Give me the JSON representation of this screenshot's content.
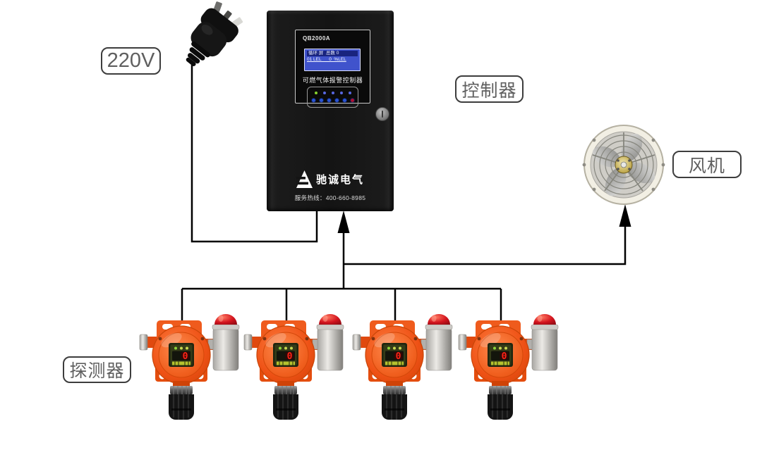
{
  "labels": {
    "power": "220V",
    "controller": "控制器",
    "fan": "风机",
    "detector": "探测器"
  },
  "controller": {
    "model": "QB2000A",
    "lcd": {
      "line1": "循环 屏  总数 0",
      "line2": "01 LEL      0  %LEL"
    },
    "panel_title": "可燃气体报警控制器",
    "brand": "驰诚电气",
    "hotline": "服务热线：400-660-8985",
    "leds": [
      "#86d22e",
      "#5868e2",
      "#5868e2",
      "#5868e2",
      "#5868e2"
    ],
    "buttons": [
      "#2b55d4",
      "#2b55d4",
      "#2b55d4",
      "#2b55d4",
      "#2b55d4",
      "#b01030"
    ]
  },
  "detectors": [
    {
      "reading": "0"
    },
    {
      "reading": "0"
    },
    {
      "reading": "0"
    },
    {
      "reading": "0"
    }
  ],
  "colors": {
    "wire": "#000000",
    "detector_orange": "#ee5115",
    "beacon_red": "#c01018",
    "lcd_blue": "#4053cc",
    "led_ok_green": "#86d22e",
    "alarm_button_red": "#b01030"
  }
}
